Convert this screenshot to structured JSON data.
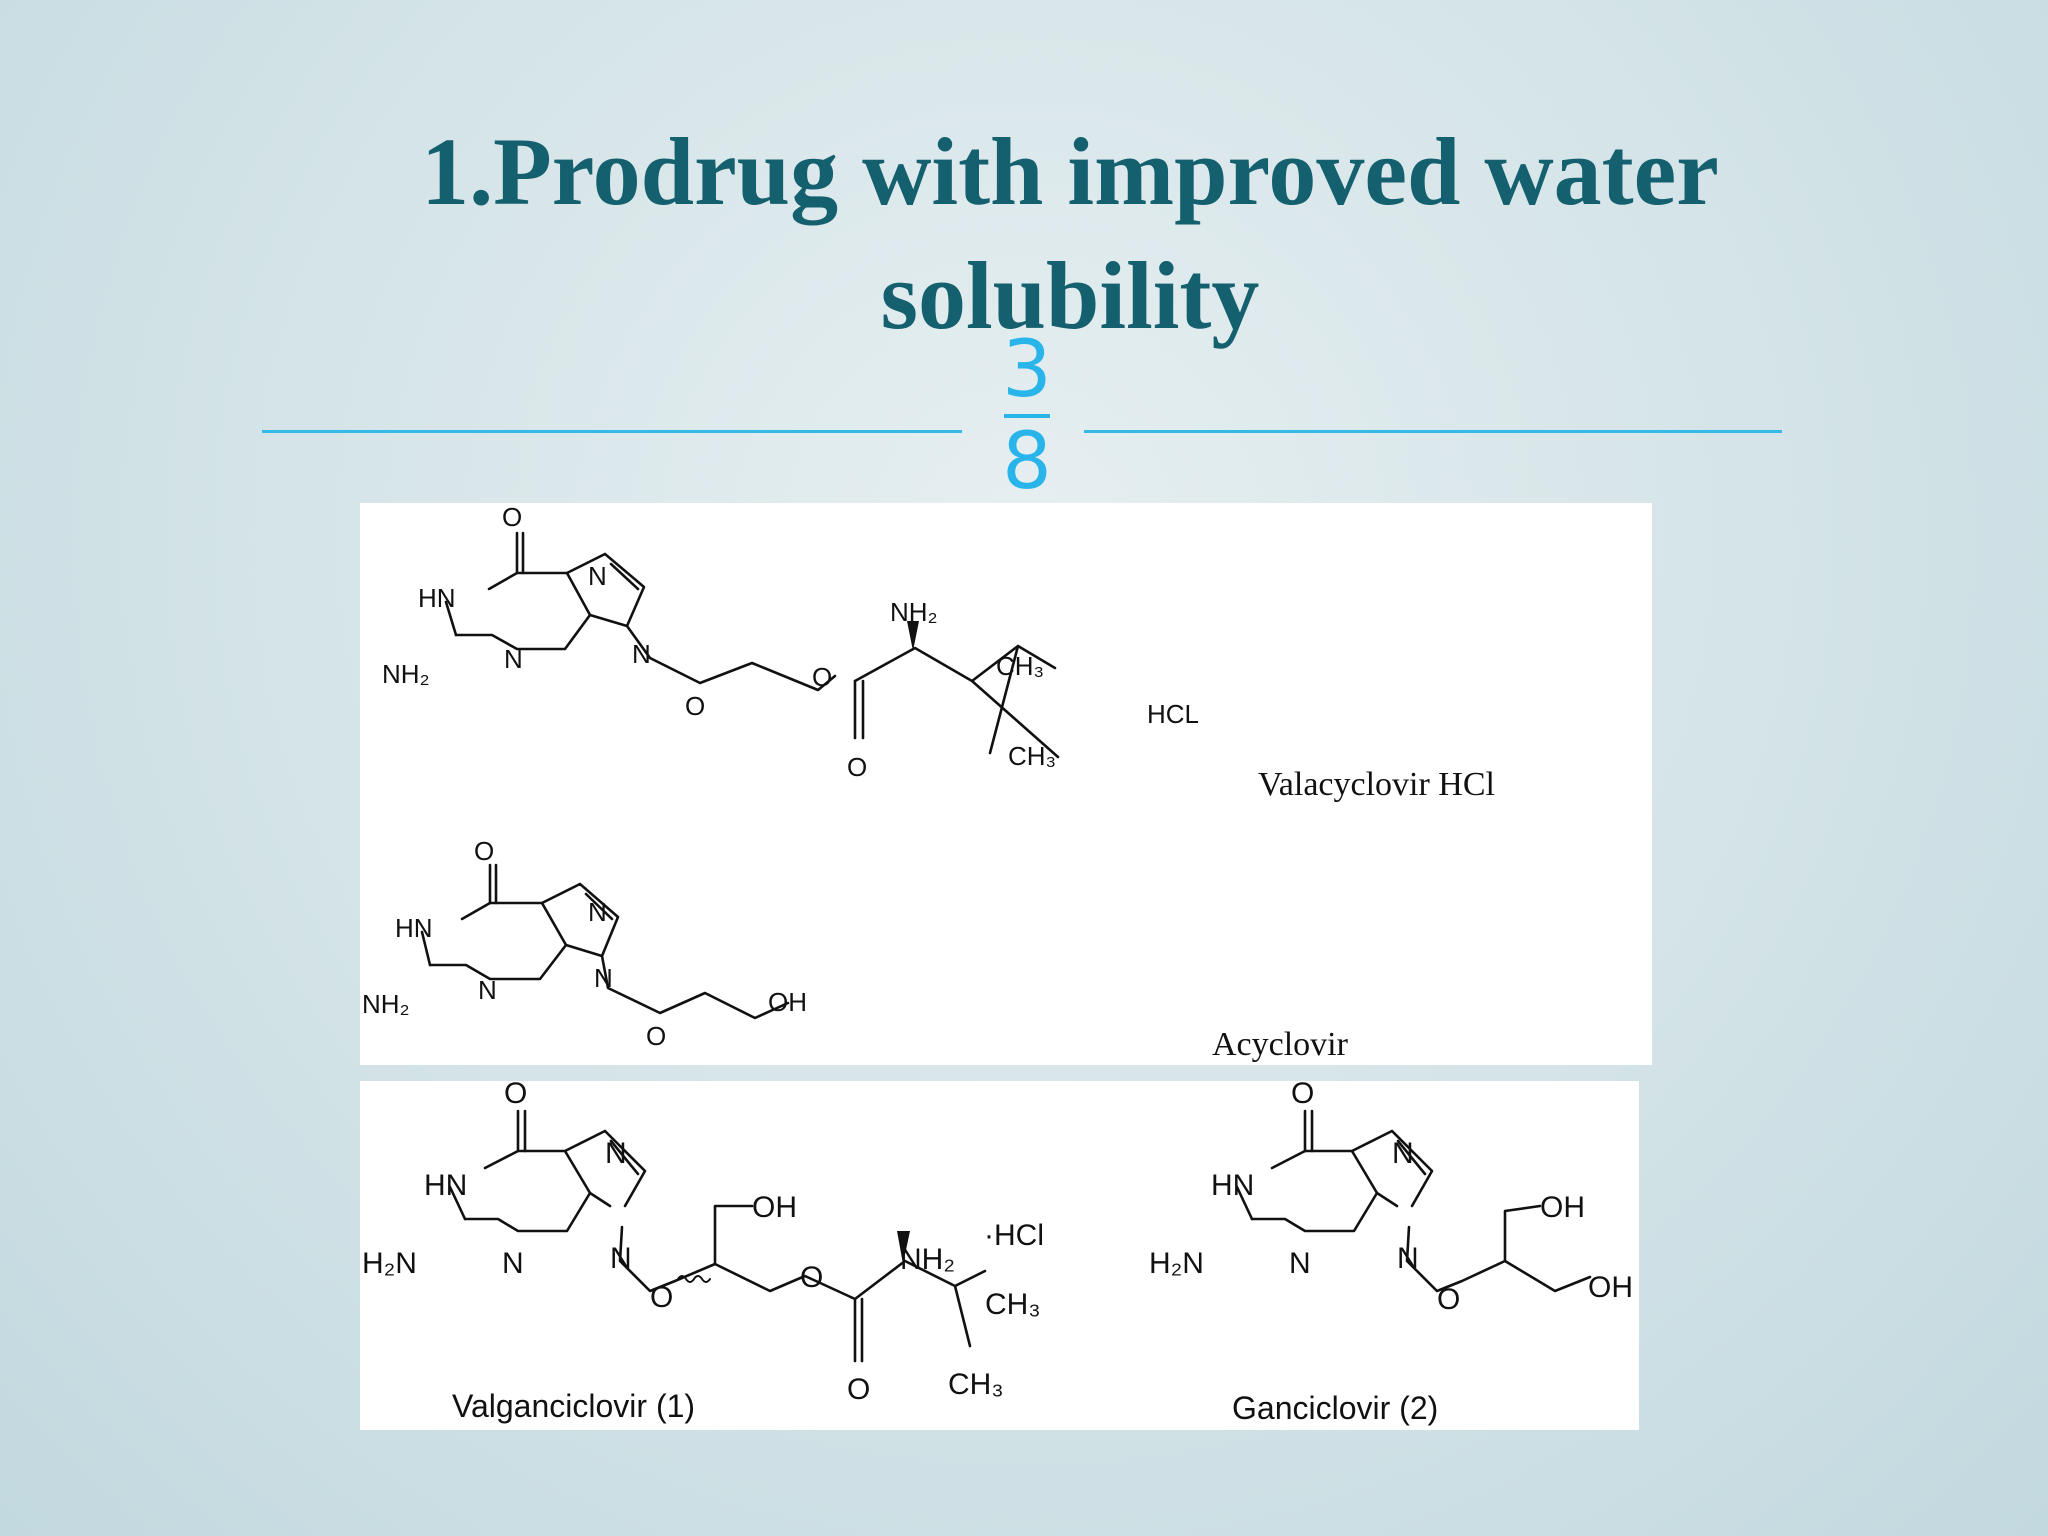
{
  "slide": {
    "title_line1": "1.Prodrug with improved water",
    "title_line2": "solubility",
    "page_numerator": "3",
    "page_denominator": "8"
  },
  "colors": {
    "title": "#14606f",
    "accent": "#29b5ea",
    "background": "#d3e3e7"
  },
  "figure_top": {
    "compound1": {
      "name": "Valacyclovir HCl",
      "salt_label": "HCL",
      "atoms": {
        "o": "O",
        "hn": "HN",
        "n": "N",
        "nh2": "NH₂",
        "ch3": "CH₃"
      }
    },
    "compound2": {
      "name": "Acyclovir",
      "atoms": {
        "o": "O",
        "hn": "HN",
        "n": "N",
        "nh2": "NH₂",
        "oh": "OH"
      }
    }
  },
  "figure_bottom": {
    "compound1": {
      "name": "Valganciclovir (1)",
      "salt_label": "·HCl",
      "atoms": {
        "o": "O",
        "hn": "HN",
        "n": "N",
        "h2n": "H₂N",
        "nh2": "NH₂",
        "oh": "OH",
        "ch3": "CH₃"
      }
    },
    "compound2": {
      "name": "Ganciclovir (2)",
      "atoms": {
        "o": "O",
        "hn": "HN",
        "n": "N",
        "h2n": "H₂N",
        "oh": "OH"
      }
    }
  }
}
